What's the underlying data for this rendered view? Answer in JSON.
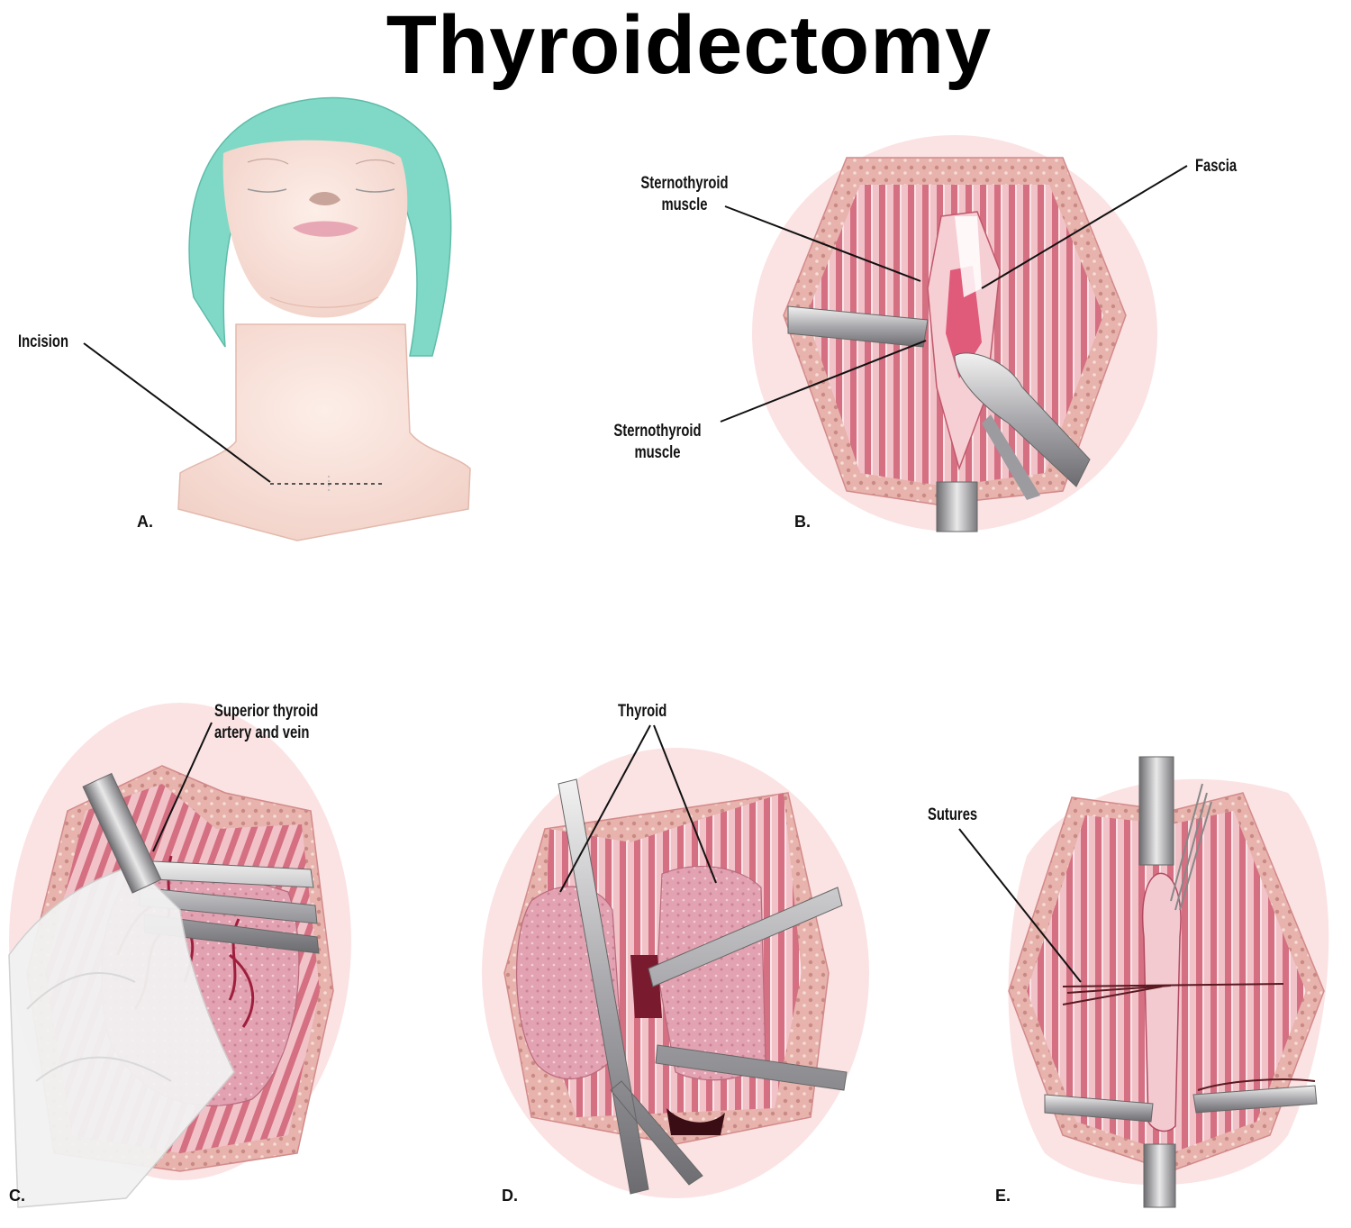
{
  "title": "Thyroidectomy",
  "panels": {
    "a": {
      "letter": "A.",
      "incision_label": "Incision"
    },
    "b": {
      "letter": "B.",
      "sternothyroid_upper_line1": "Sternothyroid",
      "sternothyroid_upper_line2": "muscle",
      "fascia_label": "Fascia",
      "sternothyroid_lower_line1": "Sternothyroid",
      "sternothyroid_lower_line2": "muscle"
    },
    "c": {
      "letter": "C.",
      "vessel_label_line1": "Superior thyroid",
      "vessel_label_line2": "artery and vein"
    },
    "d": {
      "letter": "D.",
      "thyroid_label": "Thyroid"
    },
    "e": {
      "letter": "E.",
      "sutures_label": "Sutures"
    }
  },
  "colors": {
    "cap": "#7fd9c6",
    "skin": "#f7dcd3",
    "muscle": "#d9808f",
    "muscle_light": "#f3c6cc",
    "thyroid": "#e7a9b6",
    "retractor": "#b9b9bc",
    "halo": "#fbe3e4"
  }
}
